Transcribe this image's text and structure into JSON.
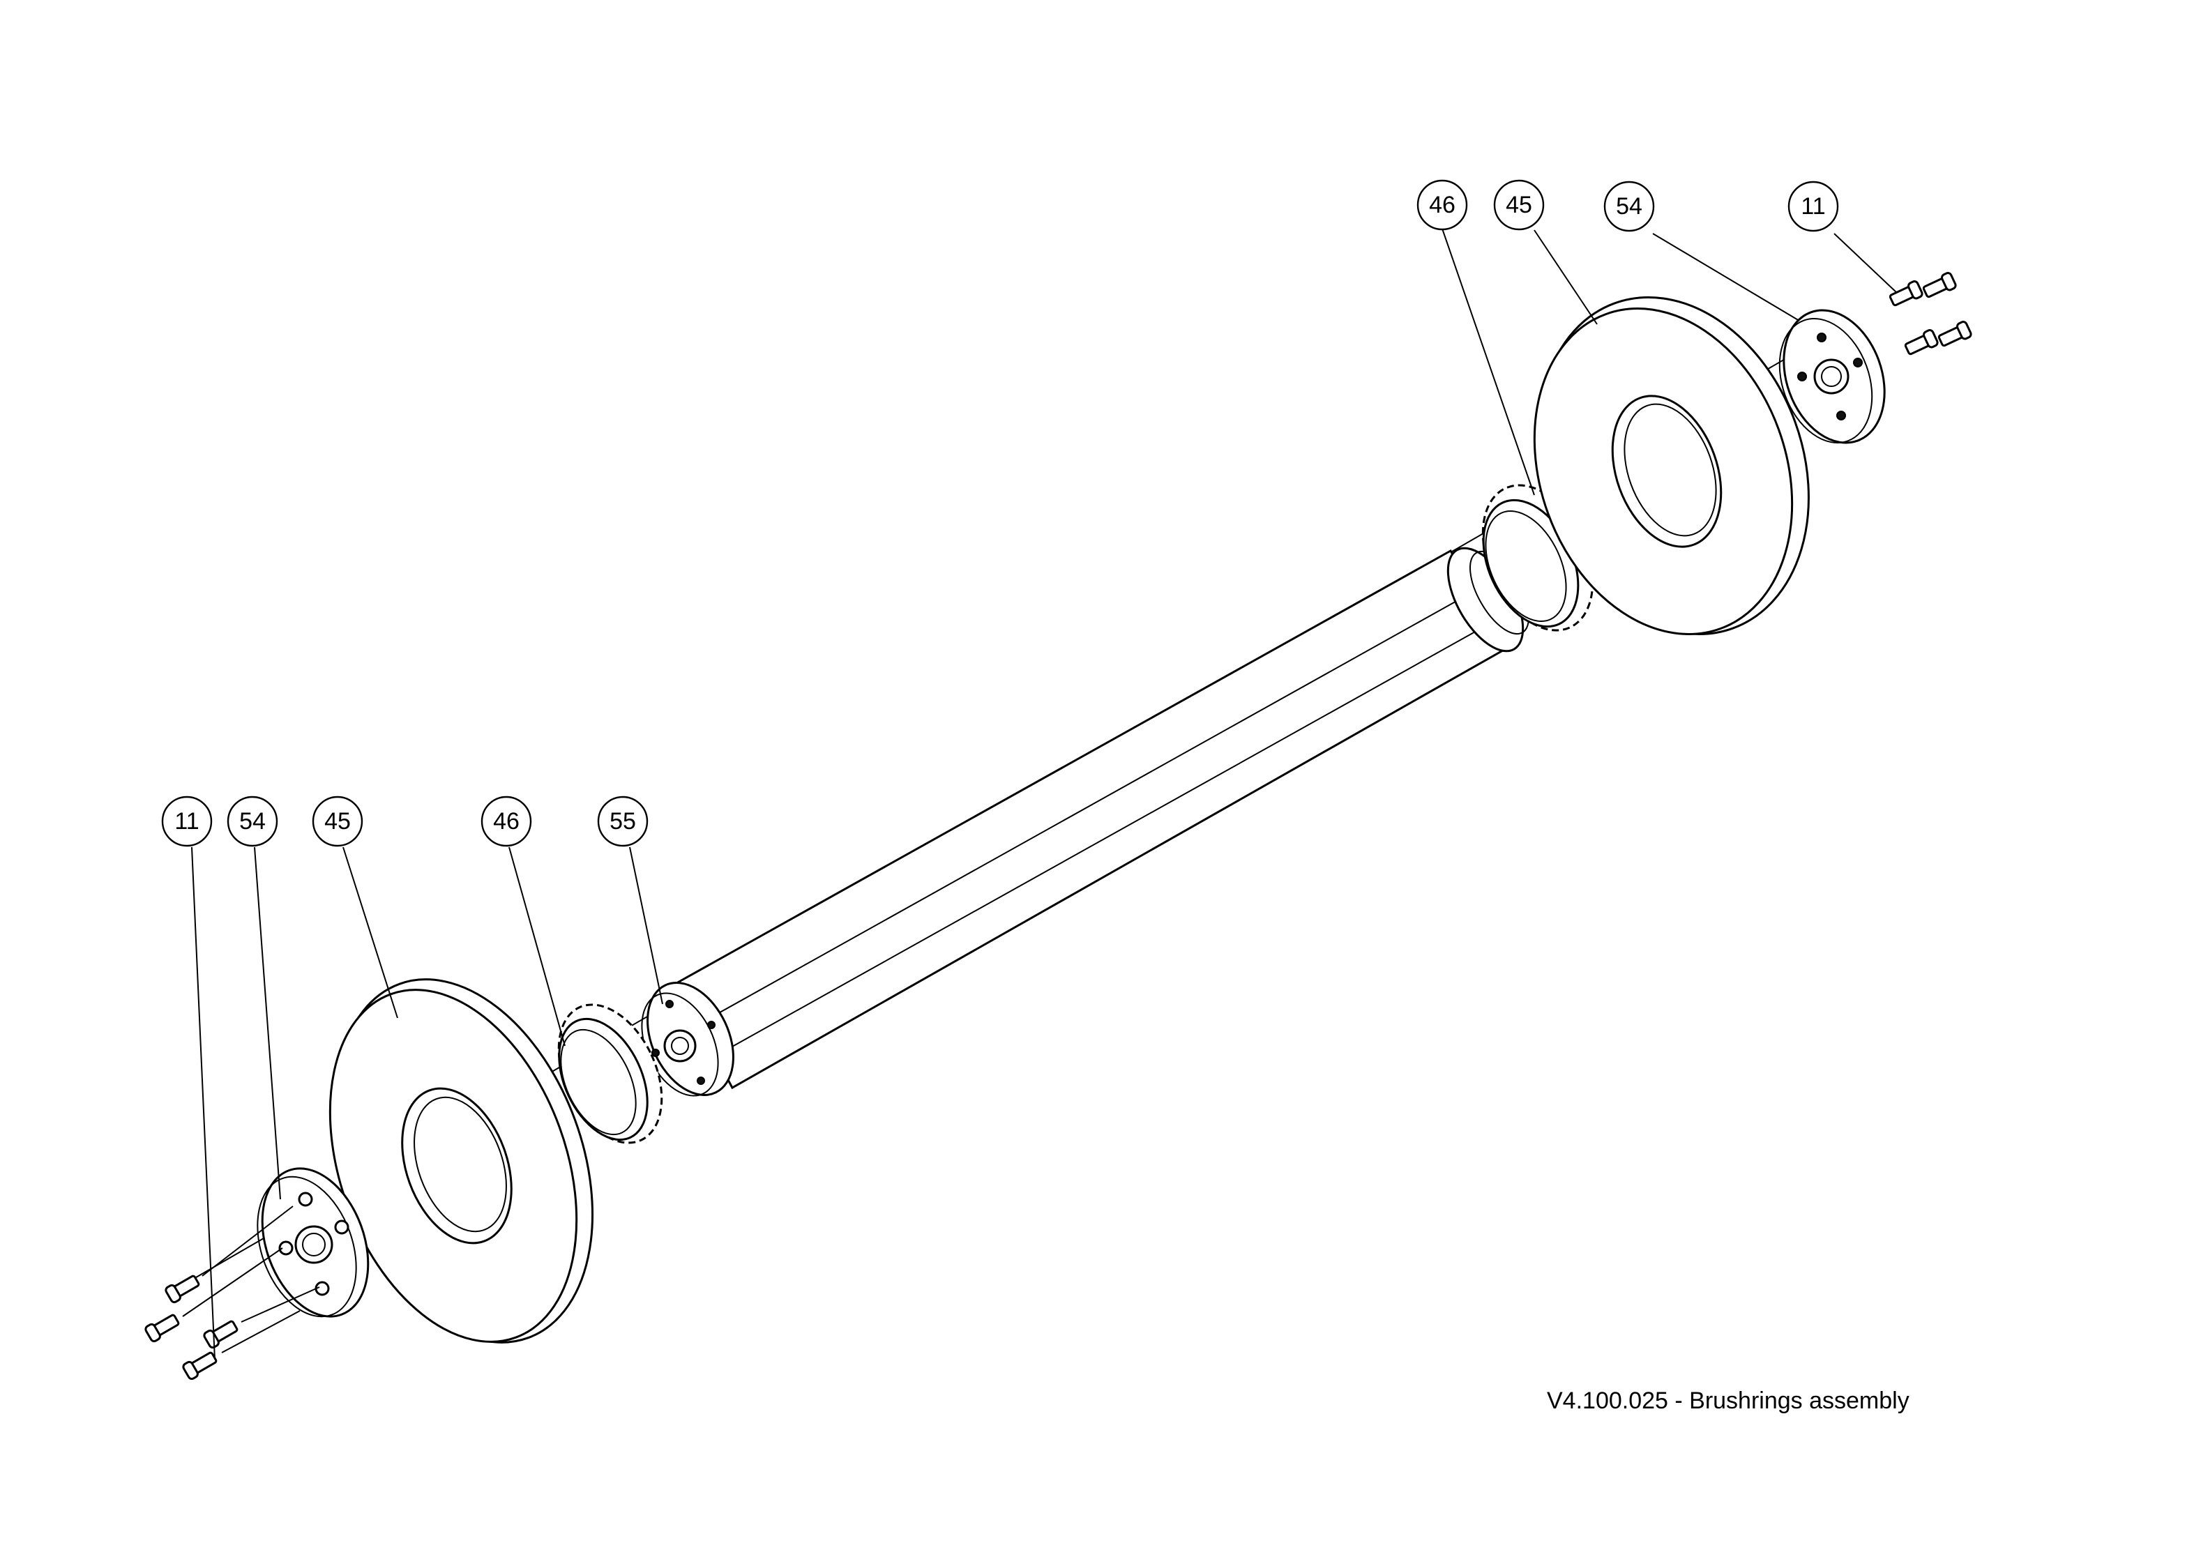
{
  "caption": "V4.100.025 - Brushrings assembly",
  "balloons": {
    "top_46": "46",
    "top_45": "45",
    "top_54": "54",
    "top_11": "11",
    "bottom_11": "11",
    "bottom_54": "54",
    "bottom_45": "45",
    "bottom_46": "46",
    "bottom_55": "55"
  }
}
